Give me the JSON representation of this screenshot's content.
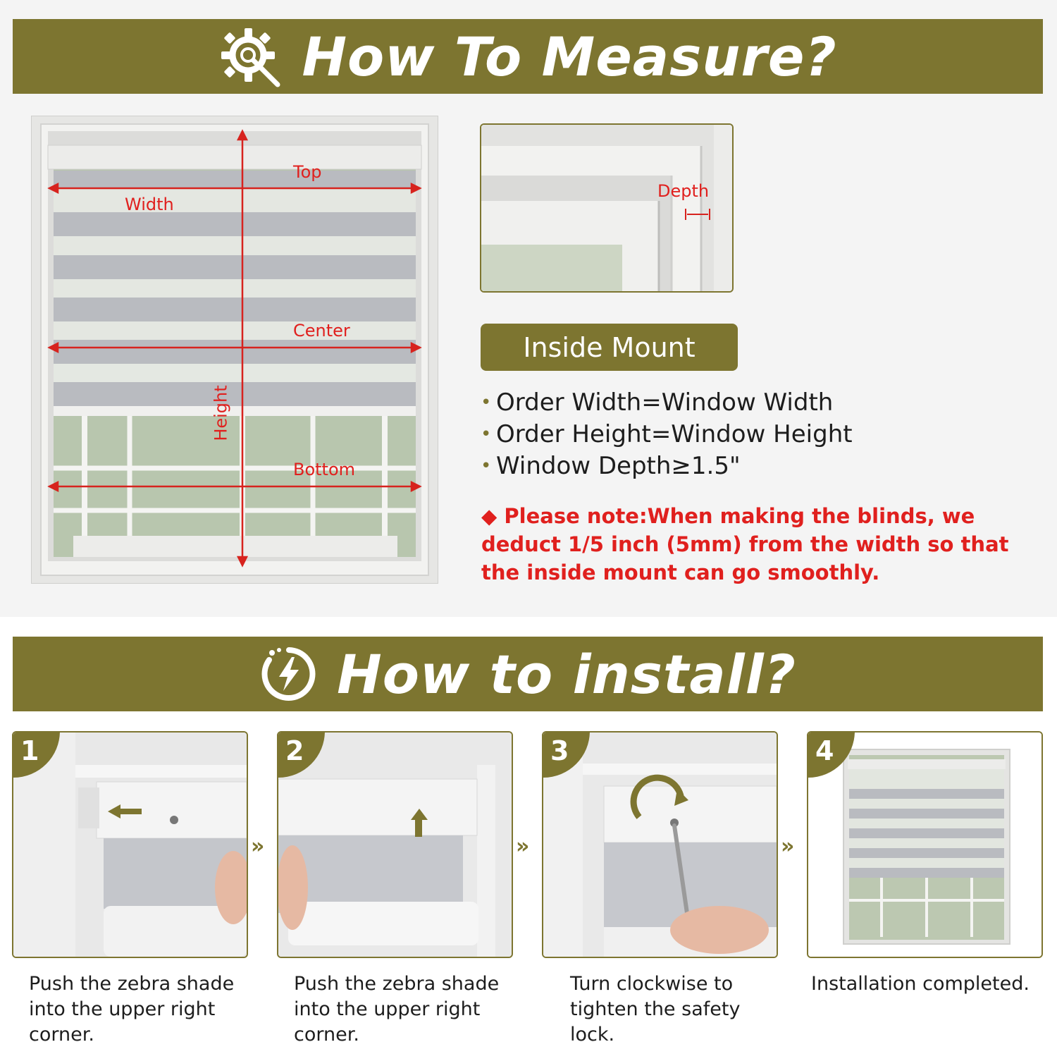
{
  "measure": {
    "title": "How To Measure?",
    "icon": "gear-wrench-icon",
    "diagram_labels": {
      "top": "Top",
      "width": "Width",
      "center": "Center",
      "height": "Height",
      "bottom": "Bottom",
      "depth": "Depth"
    },
    "mount_type": "Inside Mount",
    "bullets": [
      "Order Width=Window Width",
      "Order Height=Window Height",
      "Window Depth≥1.5\""
    ],
    "note_marker": "◆",
    "note": "Please note:When making the blinds, we deduct 1/5 inch (5mm) from the width so that the inside mount can go smoothly."
  },
  "install": {
    "title": "How to install?",
    "icon": "power-clock-icon",
    "separator": "»",
    "steps": [
      {
        "number": "1",
        "caption_lines": [
          "Push the zebra shade",
          "into the upper right",
          "corner."
        ]
      },
      {
        "number": "2",
        "caption_lines": [
          "Push the zebra shade",
          "into the upper right",
          "corner."
        ]
      },
      {
        "number": "3",
        "caption_lines": [
          "Turn clockwise to",
          "tighten the safety",
          "lock."
        ]
      },
      {
        "number": "4",
        "caption_lines": [
          "Installation completed."
        ]
      }
    ]
  },
  "colors": {
    "accent": "#7d7530",
    "annotation_red": "#e0201e",
    "background": "#f4f4f4"
  }
}
